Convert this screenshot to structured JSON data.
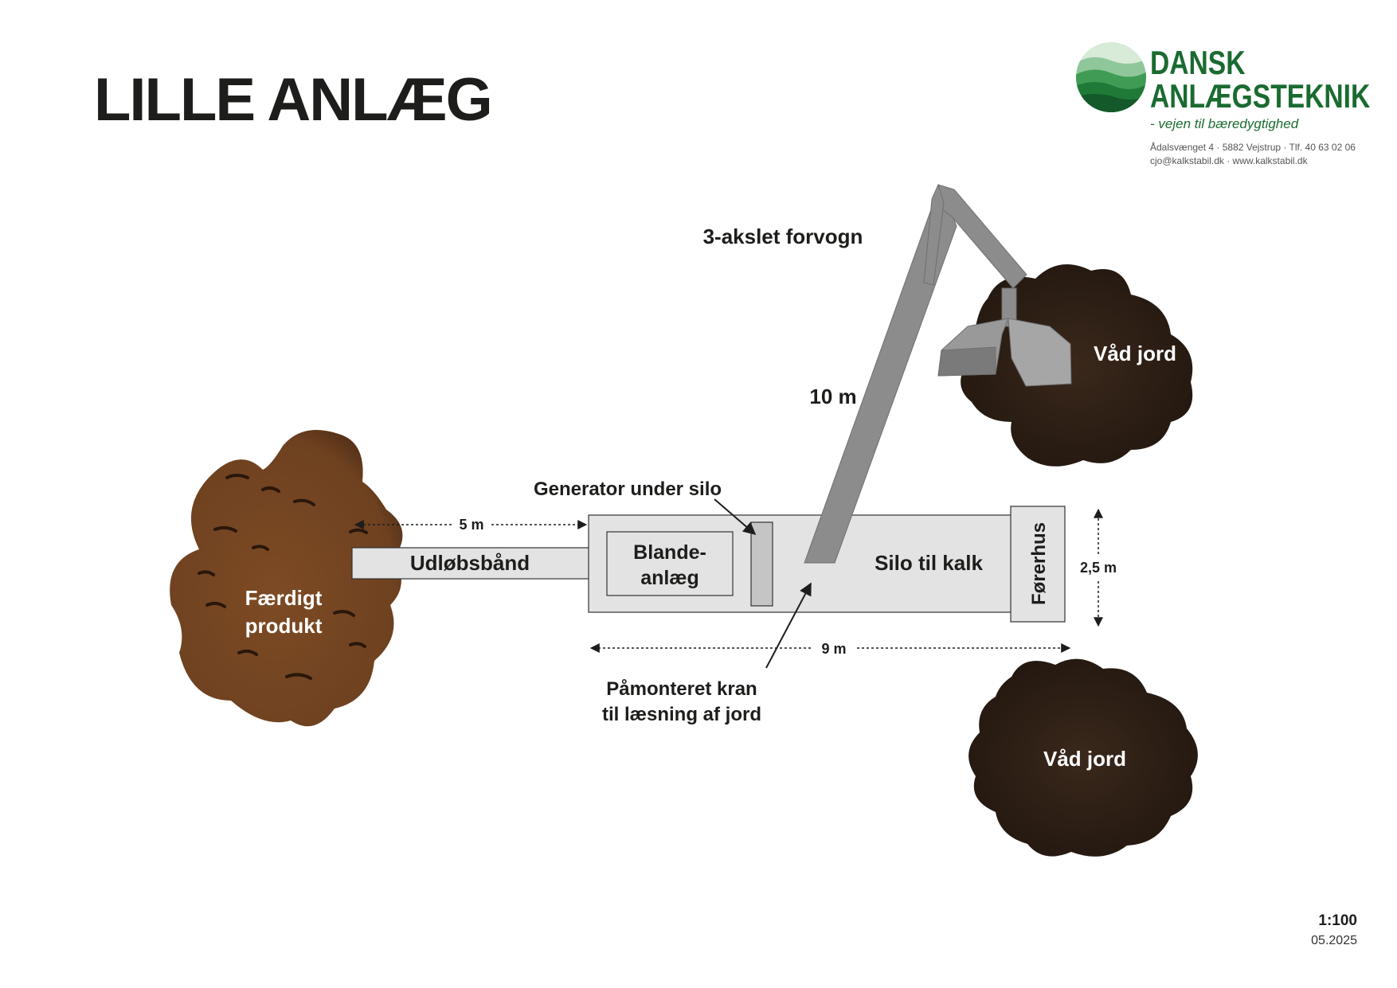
{
  "title": "LILLE ANLÆG",
  "logo": {
    "line1": "DANSK",
    "line2": "ANLÆGSTEKNIK",
    "tagline": "- vejen til bæredygtighed",
    "address": "Ådalsvænget 4 · 5882 Vejstrup · Tlf. 40 63 02 06",
    "contact": "cjo@kalkstabil.dk · www.kalkstabil.dk",
    "color": "#1a6b30"
  },
  "labels": {
    "forvogn": "3-akslet forvogn",
    "arm_length": "10 m",
    "generator": "Generator under silo",
    "belt_distance": "5 m",
    "belt": "Udløbsbånd",
    "mixer_line1": "Blande-",
    "mixer_line2": "anlæg",
    "silo": "Silo til kalk",
    "cab": "Førerhus",
    "width": "2,5 m",
    "length": "9 m",
    "crane_line1": "Påmonteret kran",
    "crane_line2": "til læsning af jord",
    "product_line1": "Færdigt",
    "product_line2": "produkt",
    "wet_soil_top": "Våd jord",
    "wet_soil_bottom": "Våd jord"
  },
  "colors": {
    "product_soil": "#7a4a25",
    "wet_soil": "#33241a",
    "trailer_fill": "#e3e3e3",
    "crane_gray": "#8c8c8c"
  },
  "footer": {
    "scale": "1:100",
    "date": "05.2025"
  }
}
